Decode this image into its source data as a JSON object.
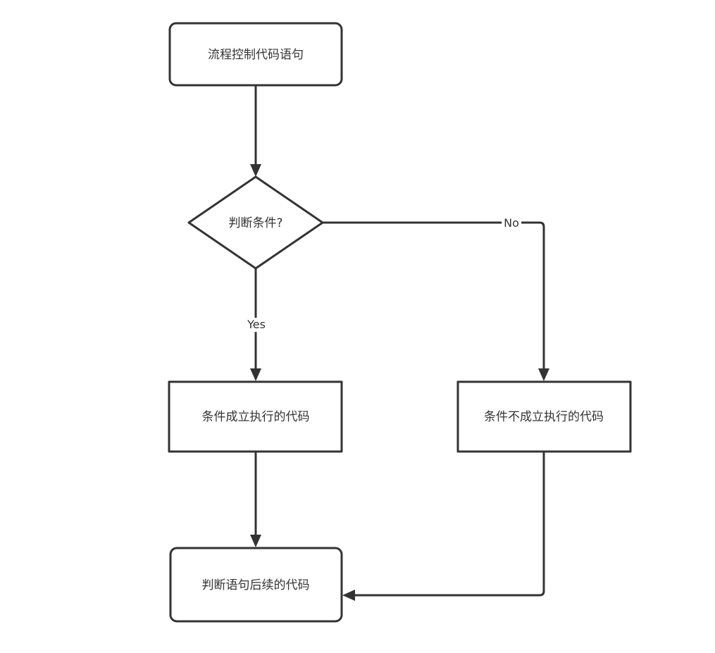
{
  "diagram": {
    "type": "flowchart",
    "background_color": "#ffffff",
    "stroke_color": "#333333",
    "text_color": "#333333",
    "nodes": [
      {
        "id": "start",
        "shape": "rounded-rectangle",
        "label": "流程控制代码语句"
      },
      {
        "id": "condition",
        "shape": "diamond",
        "label": "判断条件?"
      },
      {
        "id": "true-branch",
        "shape": "rectangle",
        "label": "条件成立执行的代码"
      },
      {
        "id": "false-branch",
        "shape": "rectangle",
        "label": "条件不成立执行的代码"
      },
      {
        "id": "end",
        "shape": "rounded-rectangle",
        "label": "判断语句后续的代码"
      }
    ],
    "edge_labels": {
      "yes": "Yes",
      "no": "No"
    },
    "edges": [
      {
        "from": "start",
        "to": "condition",
        "label": ""
      },
      {
        "from": "condition",
        "to": "true-branch",
        "label": "Yes"
      },
      {
        "from": "condition",
        "to": "false-branch",
        "label": "No"
      },
      {
        "from": "true-branch",
        "to": "end",
        "label": ""
      },
      {
        "from": "false-branch",
        "to": "end",
        "label": ""
      }
    ]
  }
}
